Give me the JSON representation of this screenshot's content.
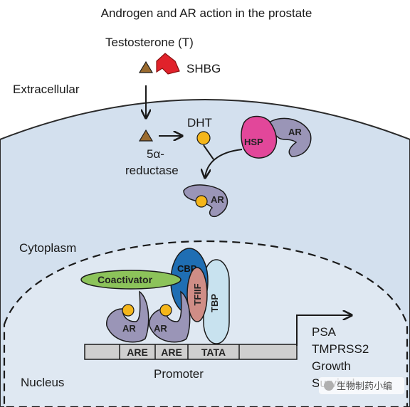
{
  "title": "Androgen and AR action in the prostate",
  "testosterone_label": "Testosterone (T)",
  "shbg_label": "SHBG",
  "extracellular_label": "Extracellular",
  "dht_label": "DHT",
  "reductase_line1": "5α-",
  "reductase_line2": "reductase",
  "hsp_label": "HSP",
  "ar_label": "AR",
  "cytoplasm_label": "Cytoplasm",
  "nucleus_label": "Nucleus",
  "coactivator_label": "Coactivator",
  "cbp_label": "CBP",
  "tfiif_label": "TFIIF",
  "tbp_label": "TBP",
  "dna_segments": [
    "ARE",
    "ARE",
    "TATA"
  ],
  "promoter_label": "Promoter",
  "target_genes": [
    "PSA",
    "TMPRSS2",
    "Growth",
    "Survival"
  ],
  "watermark": "生物制药小编",
  "colors": {
    "cell": "#d3e0ee",
    "nucleus": "#dfe8f2",
    "ar": "#9a95b7",
    "hsp": "#e2479a",
    "shbg": "#e1222b",
    "ligand": "#f5b61a",
    "testosterone": "#9a6b2f",
    "coactivator": "#8cc35a",
    "cbp": "#1f6eb3",
    "tfiif": "#cf8d86",
    "tbp": "#c8e2ef",
    "dna": "#cfcfcf"
  }
}
